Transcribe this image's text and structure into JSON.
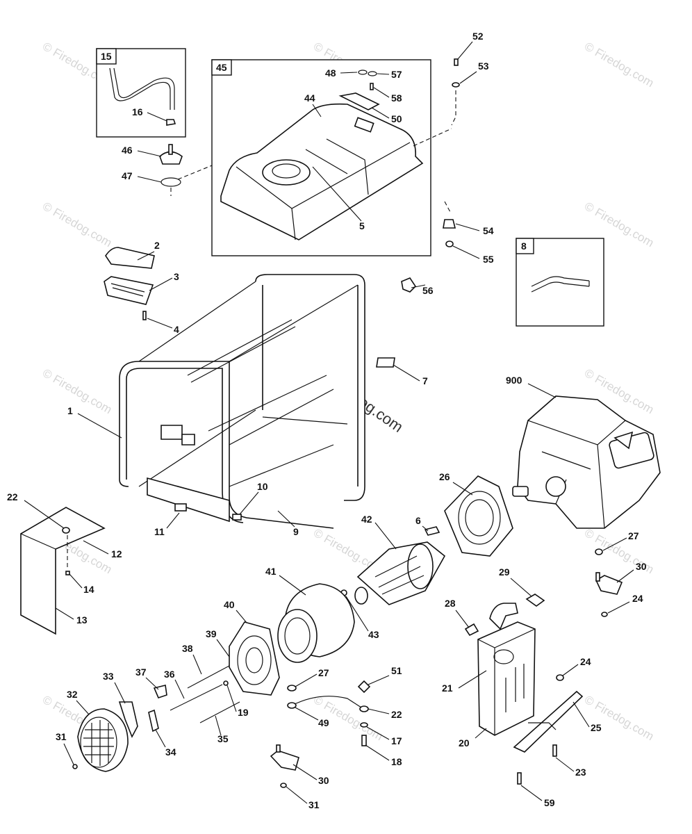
{
  "watermark": {
    "tile_text": "© Firedog.com",
    "center_text": "© Firedog.com"
  },
  "boxes": {
    "box_15": "15",
    "box_45": "45",
    "box_8": "8"
  },
  "labels": {
    "l1": "1",
    "l2": "2",
    "l3": "3",
    "l4": "4",
    "l5": "5",
    "l6": "6",
    "l7": "7",
    "l9": "9",
    "l10": "10",
    "l11": "11",
    "l12": "12",
    "l13": "13",
    "l14": "14",
    "l16": "16",
    "l17": "17",
    "l18": "18",
    "l19": "19",
    "l20": "20",
    "l21": "21",
    "l22a": "22",
    "l22b": "22",
    "l23": "23",
    "l24a": "24",
    "l24b": "24",
    "l25": "25",
    "l26": "26",
    "l27a": "27",
    "l27b": "27",
    "l28": "28",
    "l29": "29",
    "l30a": "30",
    "l30b": "30",
    "l31a": "31",
    "l31b": "31",
    "l32": "32",
    "l33": "33",
    "l34": "34",
    "l35": "35",
    "l36": "36",
    "l37": "37",
    "l38": "38",
    "l39": "39",
    "l40": "40",
    "l41": "41",
    "l42": "42",
    "l43": "43",
    "l44": "44",
    "l46": "46",
    "l47": "47",
    "l48": "48",
    "l49": "49",
    "l50": "50",
    "l51": "51",
    "l52": "52",
    "l53": "53",
    "l54": "54",
    "l55": "55",
    "l56": "56",
    "l57": "57",
    "l58": "58",
    "l59": "59",
    "l900": "900"
  }
}
